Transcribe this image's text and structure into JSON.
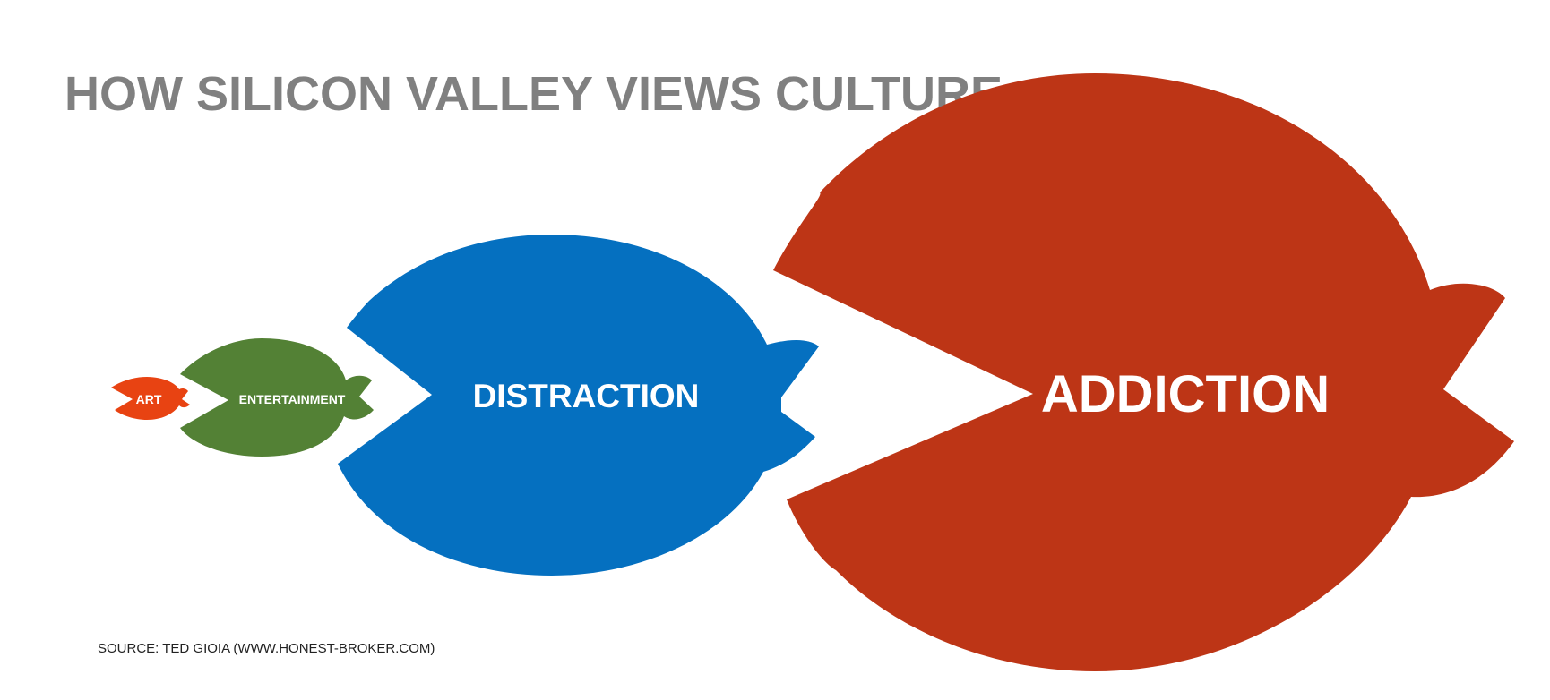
{
  "title": "HOW SILICON VALLEY VIEWS CULTURE",
  "source": "SOURCE: TED GIOIA (WWW.HONEST-BROKER.COM)",
  "colors": {
    "title": "#808080",
    "source": "#222222",
    "art": "#e84312",
    "entertainment": "#538135",
    "distraction": "#0570c0",
    "addiction": "#bd3516"
  },
  "fish": [
    {
      "id": "art",
      "label": "ART",
      "icon": "fish-icon"
    },
    {
      "id": "entertainment",
      "label": "ENTERTAINMENT",
      "icon": "fish-icon"
    },
    {
      "id": "distraction",
      "label": "DISTRACTION",
      "icon": "fish-icon"
    },
    {
      "id": "addiction",
      "label": "ADDICTION",
      "icon": "fish-icon"
    }
  ]
}
